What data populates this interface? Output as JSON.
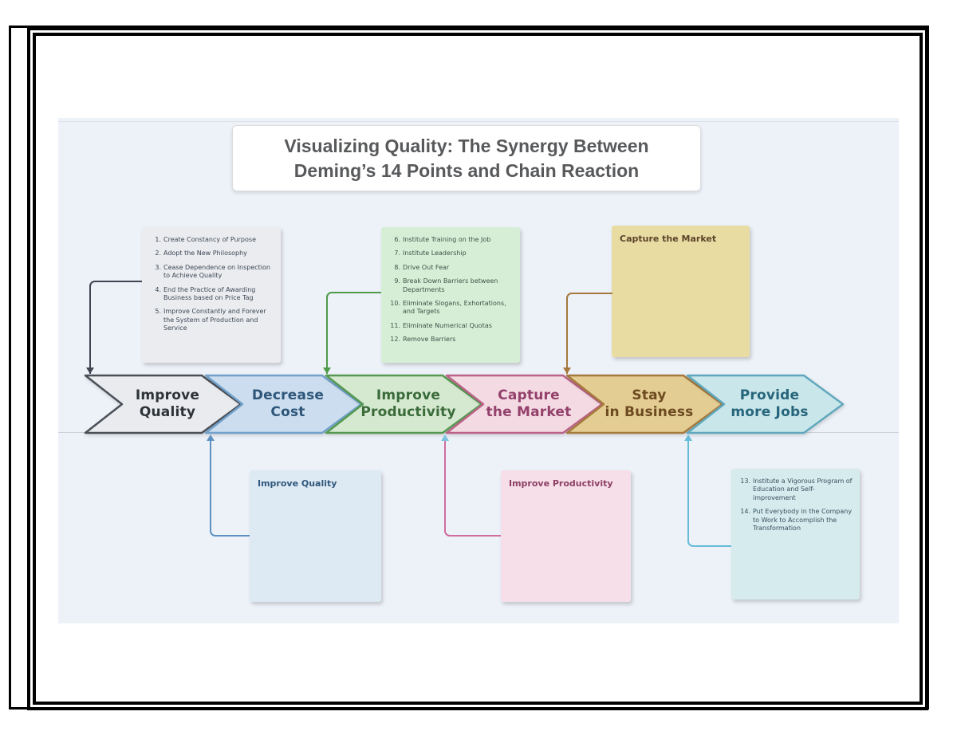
{
  "title": {
    "line1": "Visualizing Quality: The Synergy Between",
    "line2": "Deming’s 14 Points and Chain Reaction"
  },
  "canvas": {
    "bg": "#edf1f8"
  },
  "chain": {
    "steps": [
      {
        "line1": "Improve",
        "line2": "Quality",
        "fill": "#e9ebee",
        "stroke": "#4a4f58",
        "text": "#2e3338"
      },
      {
        "line1": "Decrease",
        "line2": "Cost",
        "fill": "#cbddee",
        "stroke": "#72a1cb",
        "text": "#2e5679"
      },
      {
        "line1": "Improve",
        "line2": "Productivity",
        "fill": "#d5e9d1",
        "stroke": "#569950",
        "text": "#3a6b39"
      },
      {
        "line1": "Capture",
        "line2": "the Market",
        "fill": "#f3dae3",
        "stroke": "#bb6488",
        "text": "#93406a"
      },
      {
        "line1": "Stay",
        "line2": "in Business",
        "fill": "#e3cd93",
        "stroke": "#a6793c",
        "text": "#6d4a20"
      },
      {
        "line1": "Provide",
        "line2": "more Jobs",
        "fill": "#c9e6ea",
        "stroke": "#60a8bd",
        "text": "#26657b"
      }
    ]
  },
  "cards": {
    "deming_1_5": {
      "bg": "#ebecef",
      "text_color": "#3c4856",
      "items": [
        {
          "num": "1.",
          "text": "Create Constancy of Purpose"
        },
        {
          "num": "2.",
          "text": "Adopt the New Philosophy"
        },
        {
          "num": "3.",
          "text": "Cease Dependence on Inspection to Achieve Quality"
        },
        {
          "num": "4.",
          "text": "End the Practice of Awarding Business based on Price Tag"
        },
        {
          "num": "5.",
          "text": "Improve Constantly and Forever the System of Production and Service"
        }
      ]
    },
    "deming_6_12": {
      "bg": "#d7eed6",
      "text_color": "#3d5349",
      "items": [
        {
          "num": "6.",
          "text": "Institute Training on the Job"
        },
        {
          "num": "7.",
          "text": "Institute Leadership"
        },
        {
          "num": "8.",
          "text": "Drive Out Fear"
        },
        {
          "num": "9.",
          "text": "Break Down Barriers between Departments"
        },
        {
          "num": "10.",
          "text": "Eliminate Slogans, Exhortations, and Targets"
        },
        {
          "num": "11.",
          "text": "Eliminate Numerical Quotas"
        },
        {
          "num": "12.",
          "text": "Remove Barriers"
        }
      ]
    },
    "capture_market_note": {
      "bg": "#e8dca3",
      "title": "Capture the Market",
      "title_color": "#5c432a"
    },
    "improve_quality_note": {
      "bg": "#dde9f3",
      "title": "Improve Quality",
      "title_color": "#30587c"
    },
    "improve_productivity_note": {
      "bg": "#f6dfe9",
      "title": "Improve Productivity",
      "title_color": "#8d3f63"
    },
    "deming_13_14": {
      "bg": "#d5ebee",
      "text_color": "#37505c",
      "items": [
        {
          "num": "13.",
          "text": "Institute a Vigorous Program of Education and Self-improvement"
        },
        {
          "num": "14.",
          "text": "Put Everybody in the Company to Work to Accomplish the Transformation"
        }
      ]
    }
  },
  "connectors": {
    "to_improve_quality": {
      "color": "#3f4651"
    },
    "to_improve_productivity": {
      "color": "#4f9a4b"
    },
    "to_stay_in_business": {
      "color": "#a5783c"
    },
    "to_decrease_cost": {
      "color": "#5e90c0"
    },
    "to_capture_market": {
      "color": "#cf6d9f",
      "arrow_color": "#7cc3e2"
    },
    "to_provide_more_jobs": {
      "color": "#66bcd9"
    }
  }
}
